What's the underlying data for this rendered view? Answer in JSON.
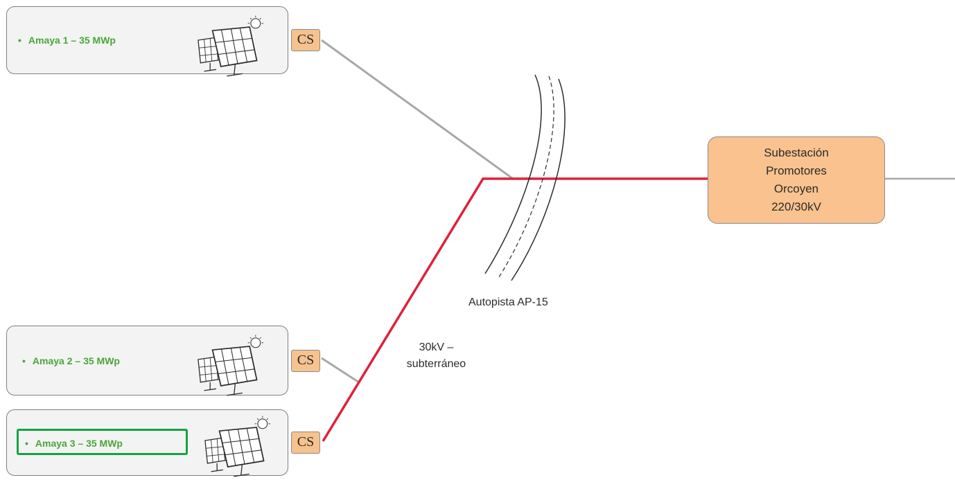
{
  "plants": [
    {
      "label": "Amaya 1  – 35 MWp",
      "bullet": "•",
      "cs": "CS"
    },
    {
      "label": "Amaya 2  – 35 MWp",
      "bullet": "•",
      "cs": "CS"
    },
    {
      "label": "Amaya 3  – 35 MWp",
      "bullet": "•",
      "cs": "CS"
    }
  ],
  "substation": {
    "line1": "Subestación",
    "line2": "Promotores",
    "line3": "Orcoyen",
    "line4": "220/30kV"
  },
  "highway_label": "Autopista AP-15",
  "cable_label": {
    "line1": "30kV –",
    "line2": "subterráneo"
  },
  "colors": {
    "underground_cable": "#e0203a",
    "overhead_line": "#a8a8a8",
    "plant_label": "#4aa53a",
    "cs_fill": "#f6c28e",
    "substation_fill": "#f9c28e",
    "highlight": "#12a43f"
  },
  "icons": [
    "solar-panel-icon",
    "sun-icon"
  ]
}
